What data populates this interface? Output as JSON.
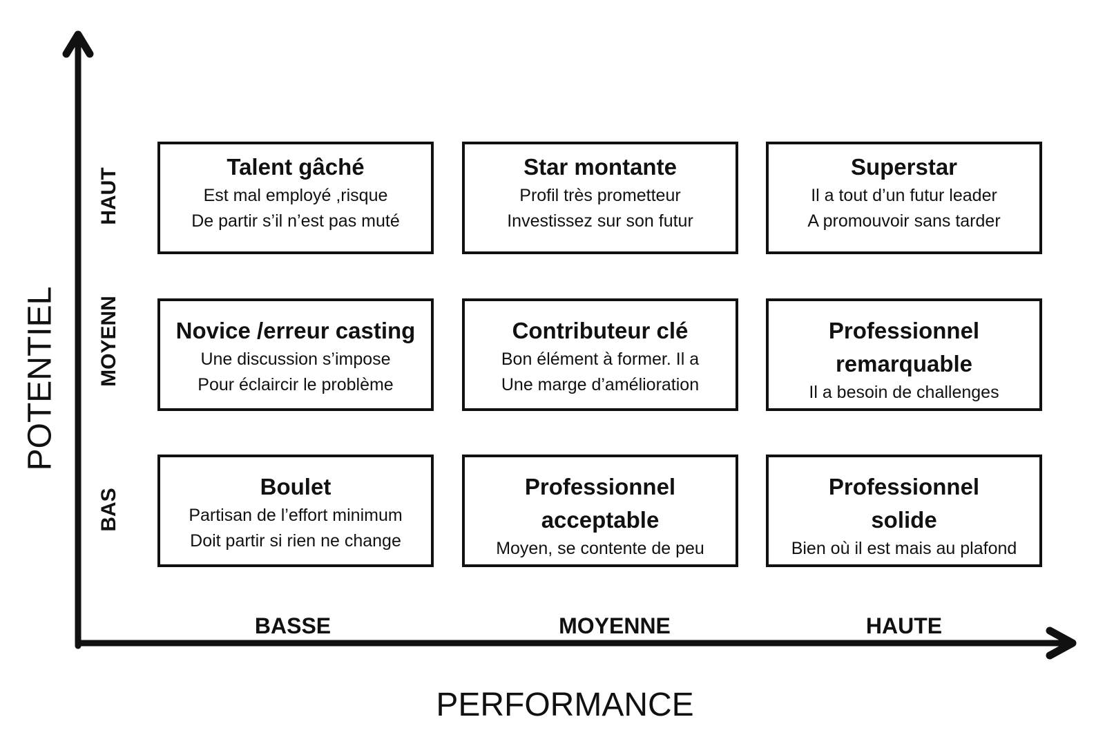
{
  "diagram": {
    "type": "9-box performance/potential matrix",
    "y_axis": {
      "title": "POTENTIEL",
      "levels": [
        "HAUT",
        "MOYENN",
        "BAS"
      ]
    },
    "x_axis": {
      "title": "PERFORMANCE",
      "levels": [
        "BASSE",
        "MOYENNE",
        "HAUTE"
      ]
    },
    "colors": {
      "line": "#111111",
      "background": "#ffffff"
    },
    "cells": {
      "haut_basse": {
        "title": "Talent gâché",
        "lines": [
          "Est mal employé ,risque",
          "De partir s’il n’est pas muté"
        ]
      },
      "haut_moyenne": {
        "title": "Star montante",
        "lines": [
          "Profil très prometteur",
          "Investissez sur son futur"
        ]
      },
      "haut_haute": {
        "title": "Superstar",
        "lines": [
          "Il a tout d’un futur leader",
          "A promouvoir sans tarder"
        ]
      },
      "moyen_basse": {
        "title": "Novice /erreur casting",
        "lines": [
          "Une discussion s’impose",
          "Pour éclaircir le problème"
        ]
      },
      "moyen_moyenne": {
        "title": "Contributeur clé",
        "lines": [
          "Bon élément à former. Il a",
          "Une marge d’amélioration"
        ]
      },
      "moyen_haute": {
        "title_lines": [
          "Professionnel",
          "remarquable"
        ],
        "lines": [
          "Il a besoin de challenges"
        ]
      },
      "bas_basse": {
        "title": "Boulet",
        "lines": [
          "Partisan de l’effort minimum",
          "Doit partir si rien ne change"
        ]
      },
      "bas_moyenne": {
        "title_lines": [
          "Professionnel",
          "acceptable"
        ],
        "lines": [
          "Moyen, se contente de peu"
        ]
      },
      "bas_haute": {
        "title_lines": [
          "Professionnel",
          "solide"
        ],
        "lines": [
          "Bien où il est mais au plafond"
        ]
      }
    }
  }
}
